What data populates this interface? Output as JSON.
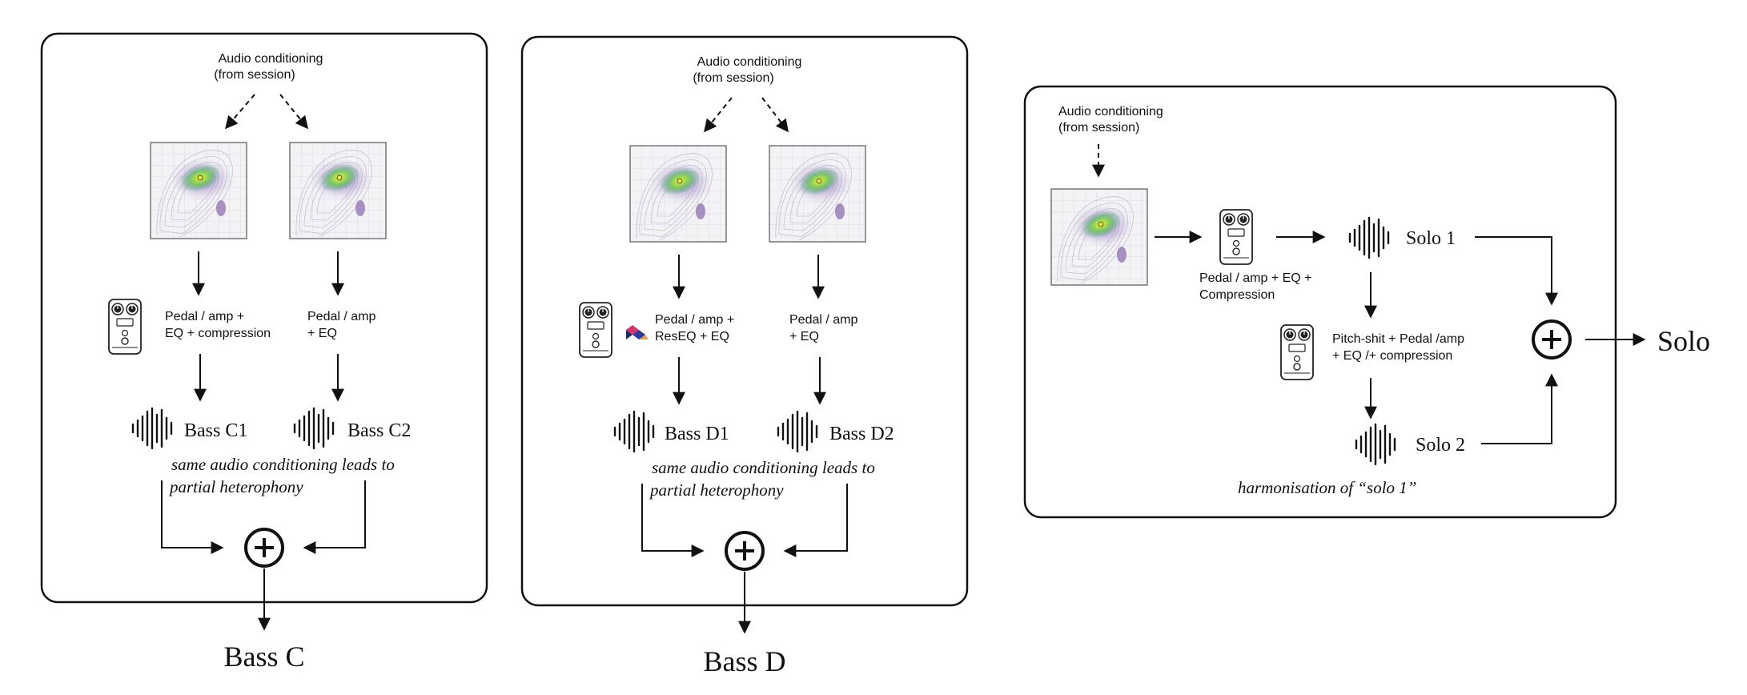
{
  "colors": {
    "stroke": "#111111",
    "panel_bg": "#ffffff",
    "map_bg": "#f1f1f3",
    "map_purple": "#8e6fb0",
    "map_green": "#74c86a",
    "map_yellow": "#f2ee3a"
  },
  "panel_c": {
    "conditioning": [
      "Audio conditioning",
      "(from session)"
    ],
    "chain_left": [
      "Pedal / amp +",
      "EQ + compression"
    ],
    "chain_right": [
      "Pedal / amp",
      "+ EQ"
    ],
    "out_left": "Bass C1",
    "out_right": "Bass C2",
    "note": [
      "same audio conditioning leads to",
      "partial heterophony"
    ],
    "output": "Bass C"
  },
  "panel_d": {
    "conditioning": [
      "Audio conditioning",
      "(from session)"
    ],
    "chain_left": [
      "Pedal / amp +",
      "ResEQ + EQ"
    ],
    "chain_right": [
      "Pedal / amp",
      "+ EQ"
    ],
    "out_left": "Bass D1",
    "out_right": "Bass D2",
    "note": [
      "same audio conditioning leads to",
      "partial heterophony"
    ],
    "output": "Bass D"
  },
  "panel_solo": {
    "conditioning": [
      "Audio conditioning",
      "(from session)"
    ],
    "chain_1": [
      "Pedal / amp + EQ +",
      "Compression"
    ],
    "out_1": "Solo 1",
    "chain_2": [
      "Pitch-shit + Pedal /amp",
      "+ EQ /+ compression"
    ],
    "out_2": "Solo 2",
    "note": "harmonisation of “solo 1”",
    "output": "Solo"
  },
  "icons": {
    "pedal": "guitar-pedal-icon",
    "waveform": "waveform-icon",
    "sum": "plus-circle-icon",
    "density": "density-plot-image",
    "reseq": "reseq-logo"
  }
}
